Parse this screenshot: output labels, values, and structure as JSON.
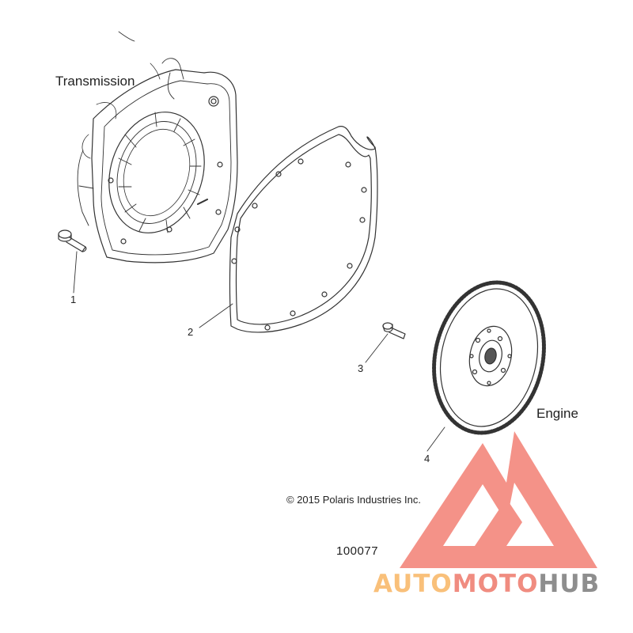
{
  "labels": {
    "transmission": "Transmission",
    "engine": "Engine",
    "callout_1": "1",
    "callout_2": "2",
    "callout_3": "3",
    "callout_4": "4"
  },
  "copyright": "© 2015 Polaris Industries Inc.",
  "figure_number": "100077",
  "watermark": {
    "part_1": "AUTO",
    "part_2": "MOTO",
    "part_3": "HUB",
    "color_1": "#f9c07a",
    "color_2": "#f08c80",
    "color_3": "#8e8e8e",
    "logo_color": "#f3877c"
  }
}
